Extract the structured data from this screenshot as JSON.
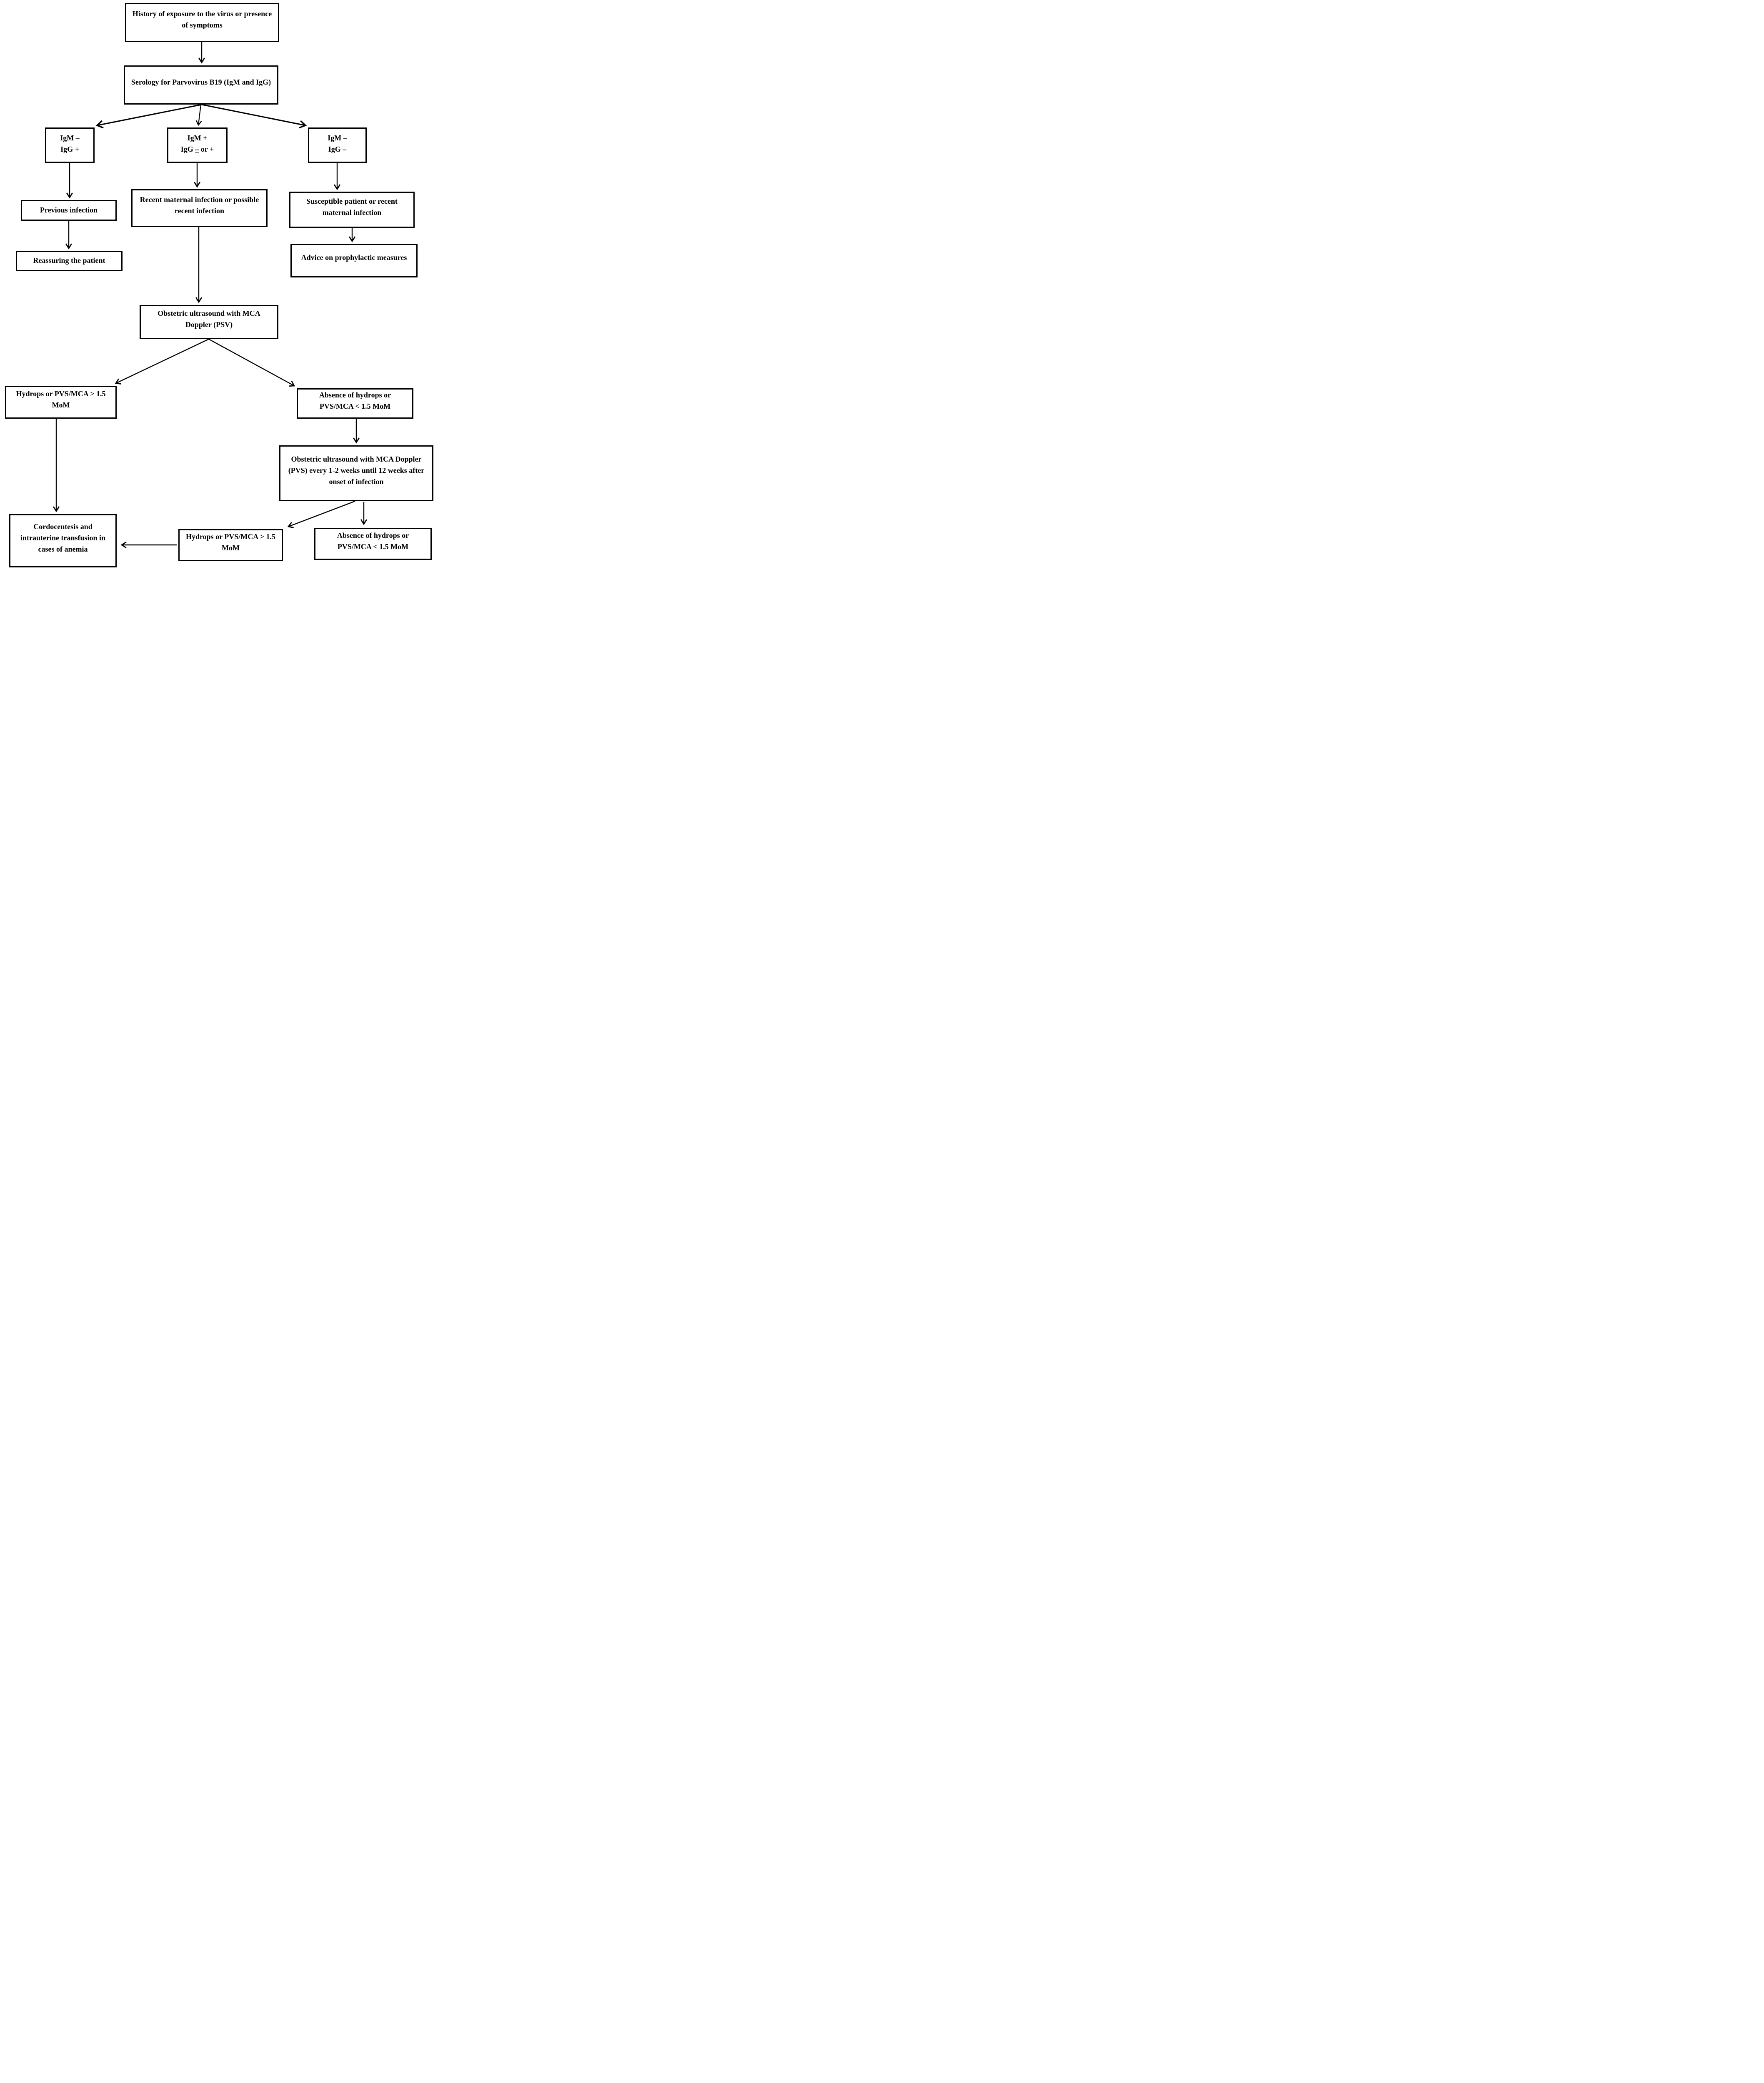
{
  "colors": {
    "ink": "#000000",
    "background": "#ffffff"
  },
  "nodes": {
    "history": {
      "text": "History of exposure to the virus or presence of symptoms"
    },
    "serology": {
      "text": "Serology for Parvovirus B19 (IgM and IgG)"
    },
    "igm_left": {
      "line1": "IgM –",
      "line2": "IgG +"
    },
    "igm_mid": {
      "line1": "IgM +",
      "line2_pre": "IgG ",
      "line2_underlined": "–",
      "line2_post": " or +"
    },
    "igm_right": {
      "line1": "IgM –",
      "line2": "IgG –"
    },
    "previous": {
      "text": "Previous infection"
    },
    "reassuring": {
      "text": "Reassuring the patient"
    },
    "recent": {
      "text": "Recent maternal infection or possible recent infection"
    },
    "susceptible": {
      "text": "Susceptible patient or recent maternal infection"
    },
    "advice": {
      "text": "Advice on prophylactic measures"
    },
    "ultrasound_psv": {
      "text": "Obstetric ultrasound with MCA Doppler (PSV)"
    },
    "hydrops_left": {
      "text": "Hydrops or PVS/MCA > 1.5 MoM"
    },
    "absence_right": {
      "text": "Absence of hydrops or PVS/MCA < 1.5 MoM"
    },
    "ultrasound_pvs": {
      "text": "Obstetric ultrasound with MCA Doppler (PVS) every 1-2 weeks until 12 weeks after onset of infection"
    },
    "cordocentesis": {
      "text": "Cordocentesis and intrauterine transfusion in cases of anemia"
    },
    "hydrops_bottom": {
      "text": "Hydrops or PVS/MCA > 1.5 MoM"
    },
    "absence_bottom": {
      "text": "Absence of hydrops or PVS/MCA < 1.5 MoM"
    }
  }
}
